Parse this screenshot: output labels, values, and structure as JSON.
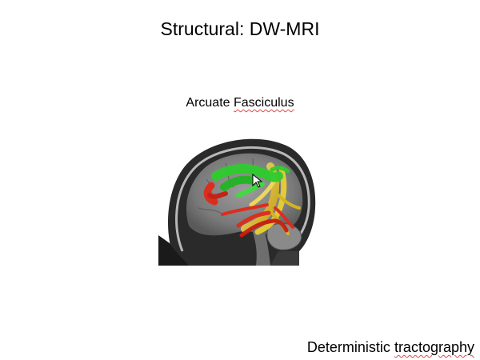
{
  "slide": {
    "title": "Structural: DW-MRI",
    "caption": {
      "prefix": "Arcuate ",
      "underlined": "Fasciculus"
    },
    "method": {
      "prefix": "Deterministic ",
      "underlined": "tractography"
    }
  },
  "figure": {
    "icon": "sagittal-brain-mri-tractography",
    "tract_colors": {
      "frontal_arcuate": "#2ecc2e",
      "temporal_arcuate": "#e02a1a",
      "vertical_bundle": "#e3c21a"
    }
  },
  "cursor": {
    "icon": "mouse-pointer-arrow-icon"
  },
  "colors": {
    "background": "#ffffff",
    "text": "#000000",
    "spellcheck_underline": "#e04848"
  }
}
